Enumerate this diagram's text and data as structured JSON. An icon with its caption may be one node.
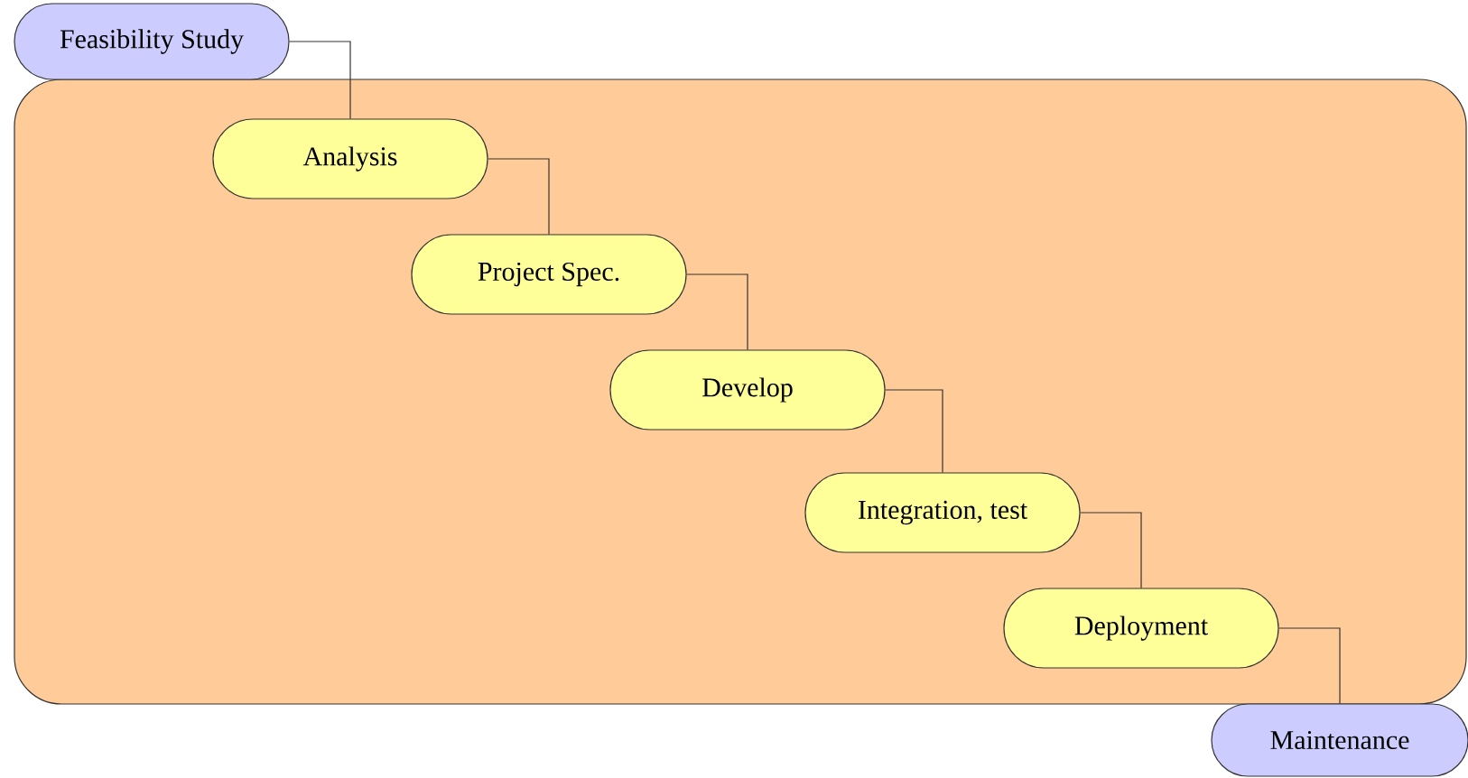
{
  "diagram": {
    "nodes": [
      {
        "text": [
          "Feasibility Study"
        ]
      },
      {
        "text": [],
        "shape": "box"
      },
      {
        "text": [
          "Analysis"
        ],
        "in": 1
      },
      {
        "text": [
          "Project Spec."
        ],
        "in": 1
      },
      {
        "text": [
          "Develop"
        ],
        "in": 1
      },
      {
        "text": [
          "Integration, test"
        ],
        "in": 1
      },
      {
        "text": [
          "Deployment"
        ],
        "in": 1
      },
      {
        "text": [
          "Maintenance"
        ]
      }
    ],
    "edges": [
      {
        "from": 0,
        "to": 2,
        "arrow": "none"
      },
      {
        "from": 2,
        "to": 3,
        "arrow": "none"
      },
      {
        "from": 3,
        "to": 4,
        "arrow": "none"
      },
      {
        "from": 4,
        "to": 5,
        "arrow": "none"
      },
      {
        "from": 5,
        "to": 6,
        "arrow": "none"
      },
      {
        "from": 6,
        "to": 7,
        "arrow": "none"
      }
    ]
  }
}
